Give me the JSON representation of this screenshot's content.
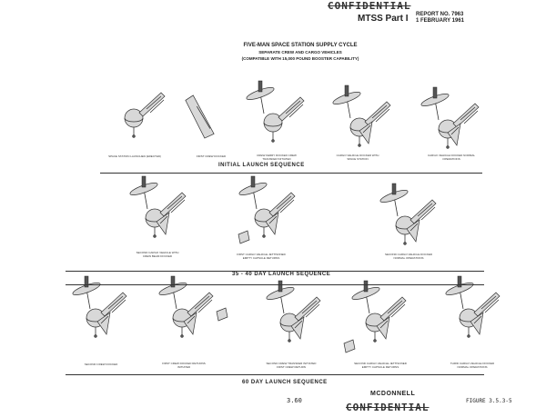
{
  "stamps": {
    "classification": "CONFIDENTIAL"
  },
  "header": {
    "title": "MTSS Part I",
    "report_no": "REPORT NO. 7963",
    "report_date": "1 FEBRUARY 1961"
  },
  "title_block": {
    "line1": "FIVE-MAN SPACE STATION SUPPLY CYCLE",
    "line2": "SEPARATE CREW AND CARGO VEHICLES",
    "line3": "(COMPATIBLE WITH 15,000 POUND BOOSTER CAPABILITY)"
  },
  "sections": [
    {
      "label": "INITIAL LAUNCH SEQUENCE",
      "captions": [
        "SPACE STATION LAUNCHED (ERECTED)",
        "FIRST CREW DOCKED",
        "CREW FERRY DOCKED CREW TRANSFER INITIATED",
        "CARGO VEHICLE DOCKED WITH SPACE STATION",
        "CARGO VEHICLE DOCKED NORMAL OPERATIONS"
      ]
    },
    {
      "label": "35 - 40 DAY LAUNCH SEQUENCE",
      "captions": [
        "SECOND CARGO VEHICLE WITH CREW BEAM DOCKED",
        "FIRST CARGO VEHICLE JETTISONED EMPTY CAPSULE RETURNS",
        "SECOND CARGO VEHICLE DOCKED NORMAL OPERATIONS"
      ]
    },
    {
      "label": "60 DAY LAUNCH SEQUENCE",
      "captions": [
        "SECOND CREW DOCKED",
        "FIRST CREW DOCKED RETURNS INITIATED",
        "SECOND CREW TRANSFER INITIATED FIRST CREW RETURN",
        "SECOND CARGO VEHICLE JETTISONED EMPTY CAPSULE RETURNS",
        "THIRD CARGO VEHICLE DOCKED NORMAL OPERATIONS"
      ]
    }
  ],
  "footer": {
    "page_number": "3.60",
    "company": "MCDONNELL",
    "figure": "FIGURE 3.5.3-5"
  }
}
